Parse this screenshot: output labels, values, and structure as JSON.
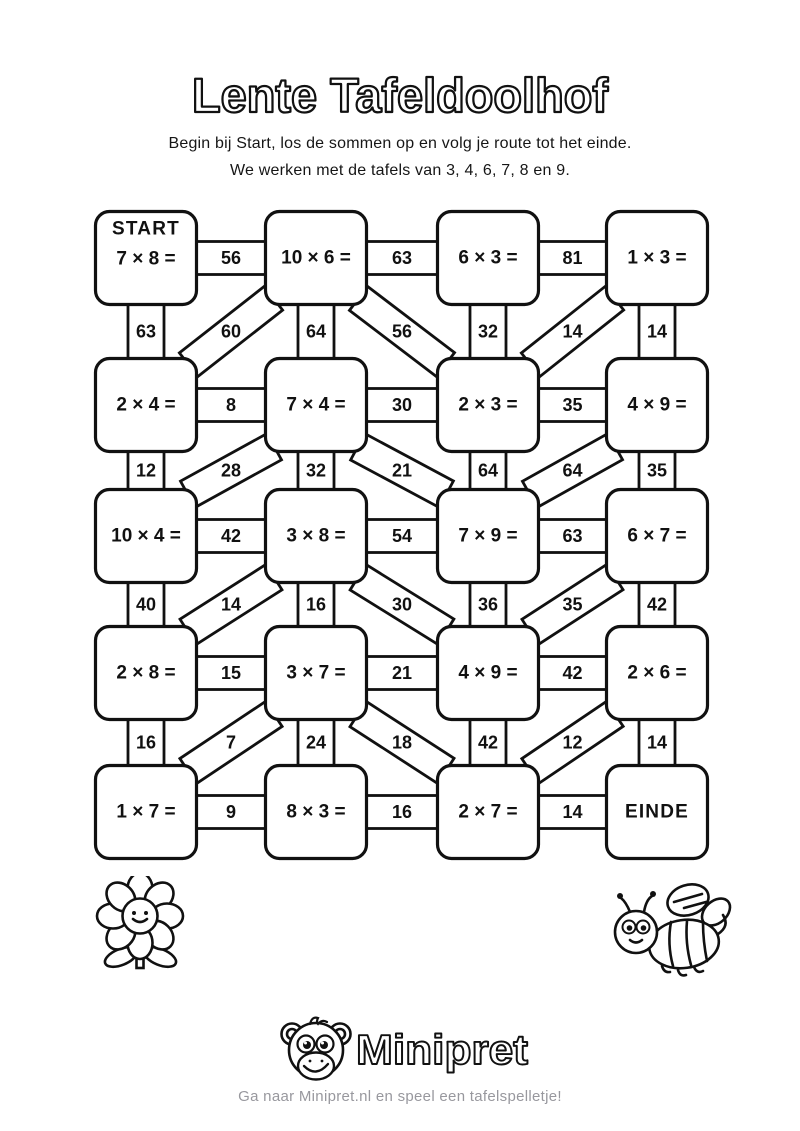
{
  "page": {
    "title": "Lente Tafeldoolhof",
    "subtitle_line1": "Begin bij Start, los de sommen op en volg je route tot het einde.",
    "subtitle_line2": "We werken met de tafels van 3, 4, 6, 7, 8 en 9.",
    "footer": "Ga naar Minipret.nl en speel een tafelspelletje!",
    "colors": {
      "ink": "#111111",
      "paper": "#ffffff",
      "footer_gray": "#98989e"
    }
  },
  "logo": {
    "text": "Minipret",
    "icon": "monkey-face-icon"
  },
  "decorations": {
    "bottom_left": "smiling-flower-icon",
    "bottom_right": "smiling-bee-icon"
  },
  "maze": {
    "start_label": "START",
    "end_label": "EINDE",
    "boxes": [
      [
        {
          "tag": "START",
          "problem": "7 × 8 ="
        },
        {
          "problem": "10 × 6 ="
        },
        {
          "problem": "6 × 3 ="
        },
        {
          "problem": "1 × 3 ="
        }
      ],
      [
        {
          "problem": "2 × 4 ="
        },
        {
          "problem": "7 × 4 ="
        },
        {
          "problem": "2 × 3 ="
        },
        {
          "problem": "4 × 9 ="
        }
      ],
      [
        {
          "problem": "10 × 4 ="
        },
        {
          "problem": "3 × 8 ="
        },
        {
          "problem": "7 × 9 ="
        },
        {
          "problem": "6 × 7 ="
        }
      ],
      [
        {
          "problem": "2 × 8 ="
        },
        {
          "problem": "3 × 7 ="
        },
        {
          "problem": "4 × 9 ="
        },
        {
          "problem": "2 × 6 ="
        }
      ],
      [
        {
          "problem": "1 × 7 ="
        },
        {
          "problem": "8 × 3 ="
        },
        {
          "problem": "2 × 7 ="
        },
        {
          "tag": "EINDE"
        }
      ]
    ],
    "horizontal_labels": [
      [
        "56",
        "63",
        "81"
      ],
      [
        "8",
        "30",
        "35"
      ],
      [
        "42",
        "54",
        "63"
      ],
      [
        "15",
        "21",
        "42"
      ],
      [
        "9",
        "16",
        "14"
      ]
    ],
    "vertical_labels": [
      [
        "63",
        "64",
        "32",
        "14"
      ],
      [
        "12",
        "32",
        "64",
        "35"
      ],
      [
        "40",
        "16",
        "36",
        "42"
      ],
      [
        "16",
        "24",
        "42",
        "14"
      ]
    ],
    "diagonal_labels": [
      [
        {
          "dir": "up",
          "label": "60"
        },
        {
          "dir": "down",
          "label": "56"
        },
        {
          "dir": "up",
          "label": "14"
        }
      ],
      [
        {
          "dir": "up",
          "label": "28"
        },
        {
          "dir": "down",
          "label": "21"
        },
        {
          "dir": "up",
          "label": "64"
        }
      ],
      [
        {
          "dir": "up",
          "label": "14"
        },
        {
          "dir": "down",
          "label": "30"
        },
        {
          "dir": "up",
          "label": "35"
        }
      ],
      [
        {
          "dir": "up",
          "label": "7"
        },
        {
          "dir": "down",
          "label": "18"
        },
        {
          "dir": "up",
          "label": "12"
        }
      ]
    ]
  }
}
